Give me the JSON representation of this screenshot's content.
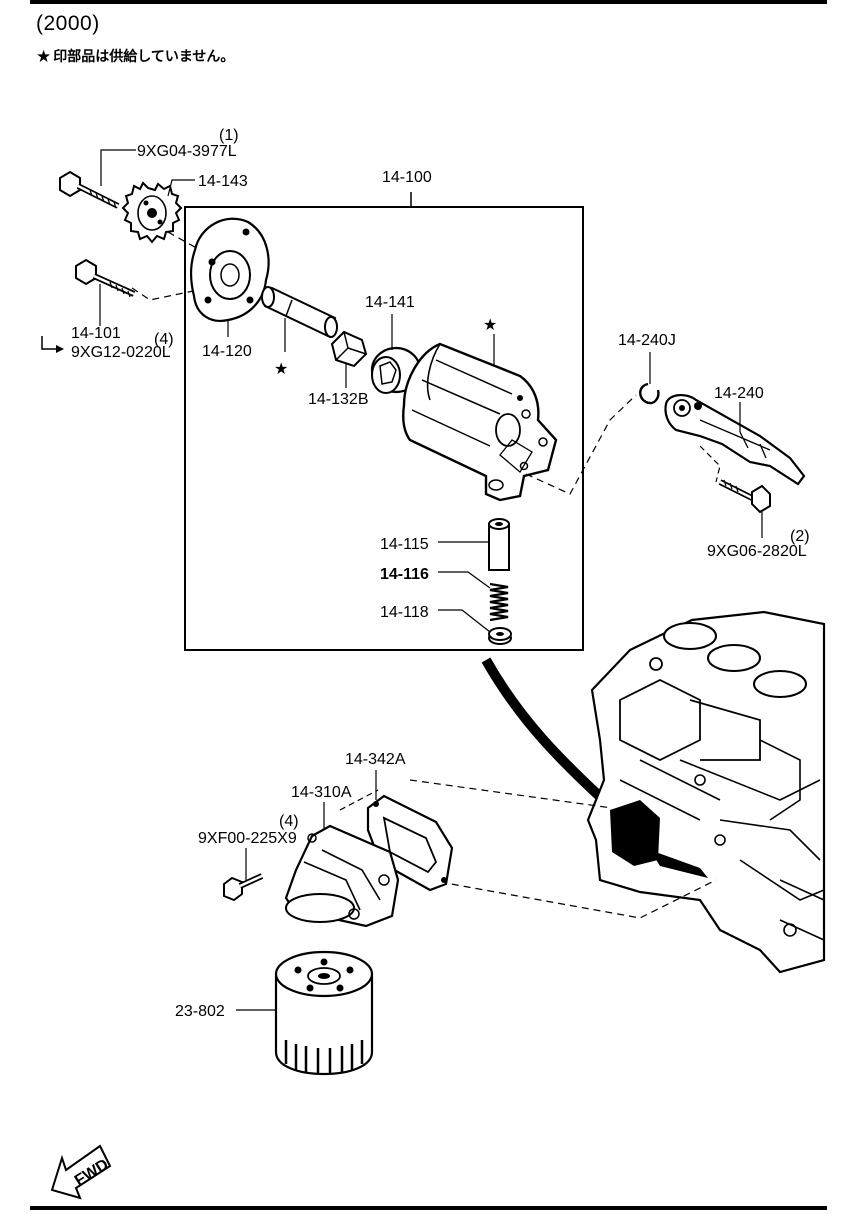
{
  "header": {
    "title": "(2000)",
    "note_star": "★",
    "note_text": "印部品は供給していません。"
  },
  "labels": {
    "p_9xg04_qty": "(1)",
    "p_9xg04": "9XG04-3977L",
    "p_14_143": "14-143",
    "p_14_100": "14-100",
    "p_14_101": "14-101",
    "p_9xg12_qty": "(4)",
    "p_9xg12": "9XG12-0220L",
    "p_14_120": "14-120",
    "p_14_141": "14-141",
    "p_14_132b": "14-132B",
    "p_14_240j": "14-240J",
    "p_14_240": "14-240",
    "p_9xg06_qty": "(2)",
    "p_9xg06": "9XG06-2820L",
    "p_14_115": "14-115",
    "p_14_116": "14-116",
    "p_14_118": "14-118",
    "p_14_342a": "14-342A",
    "p_14_310a": "14-310A",
    "p_9xf00_qty": "(4)",
    "p_9xf00": "9XF00-225X9",
    "p_23_802": "23-802",
    "fwd": "FWD",
    "star_mark": "★"
  }
}
